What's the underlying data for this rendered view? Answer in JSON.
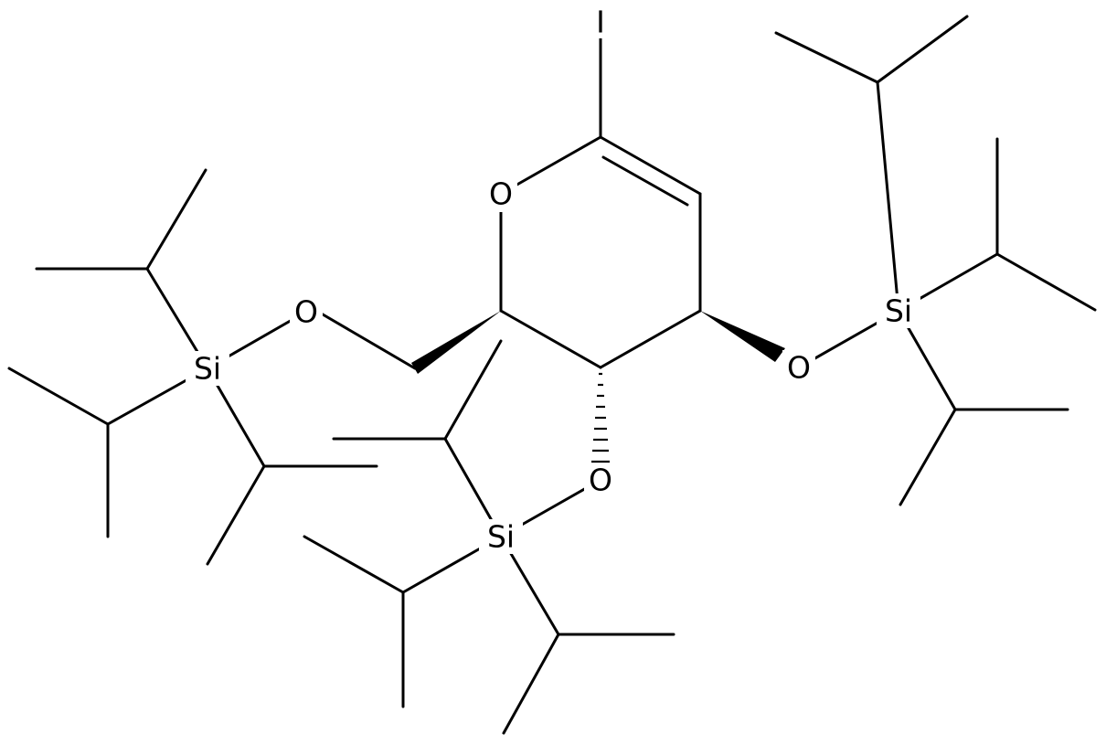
{
  "molecule": {
    "atoms": {
      "iodine": "I",
      "ring_oxygen": "O",
      "oxygen_c6": "O",
      "oxygen_c3": "O",
      "oxygen_c4": "O",
      "silicon_left": "Si",
      "silicon_right": "Si",
      "silicon_bottom": "Si"
    },
    "colors": {
      "bond": "#000000",
      "label": "#000000",
      "background": "#ffffff"
    }
  }
}
